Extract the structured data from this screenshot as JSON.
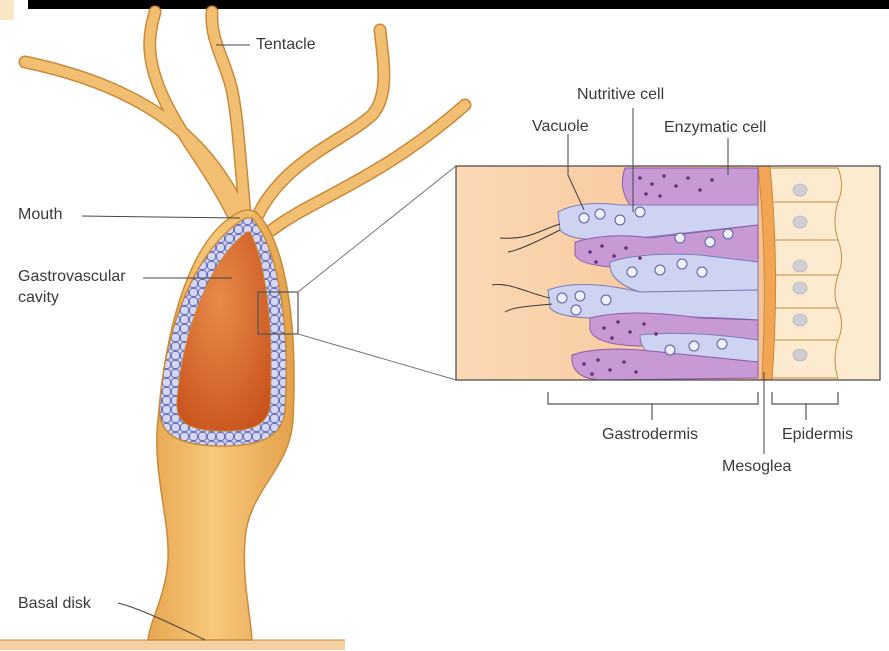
{
  "labels": {
    "tentacle": "Tentacle",
    "mouth": "Mouth",
    "gastrovascular_line1": "Gastrovascular",
    "gastrovascular_line2": "cavity",
    "basal_disk": "Basal disk",
    "nutritive_cell": "Nutritive cell",
    "vacuole": "Vacuole",
    "enzymatic_cell": "Enzymatic cell",
    "gastrodermis": "Gastrodermis",
    "epidermis": "Epidermis",
    "mesoglea": "Mesoglea"
  },
  "colors": {
    "body": "#f0bb6c",
    "body_outline": "#c98a3a",
    "cavity": "#d9662c",
    "gastrodermis_cells": "#c9cdf0",
    "enzymatic": "#c79ad6",
    "mesoglea": "#f2a553",
    "epidermis": "#fde7c8",
    "inset_bg": "#f8c79a",
    "top_bar": "#000000"
  }
}
